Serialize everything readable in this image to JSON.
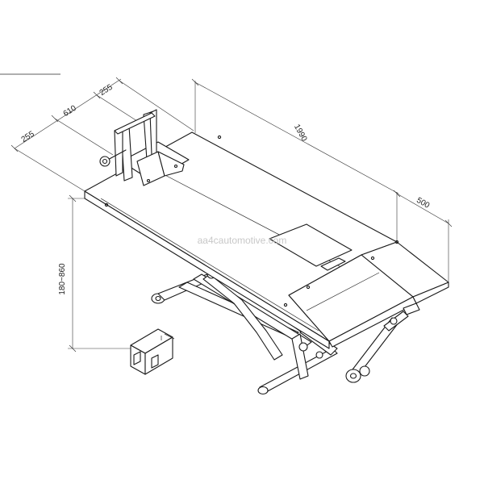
{
  "dimensions": {
    "d255_top": "255",
    "d610": "610",
    "d255_left": "255",
    "d1990": "1990",
    "d500": "500",
    "height_range": "180~860"
  },
  "watermark": "aa4cautomotive.com"
}
